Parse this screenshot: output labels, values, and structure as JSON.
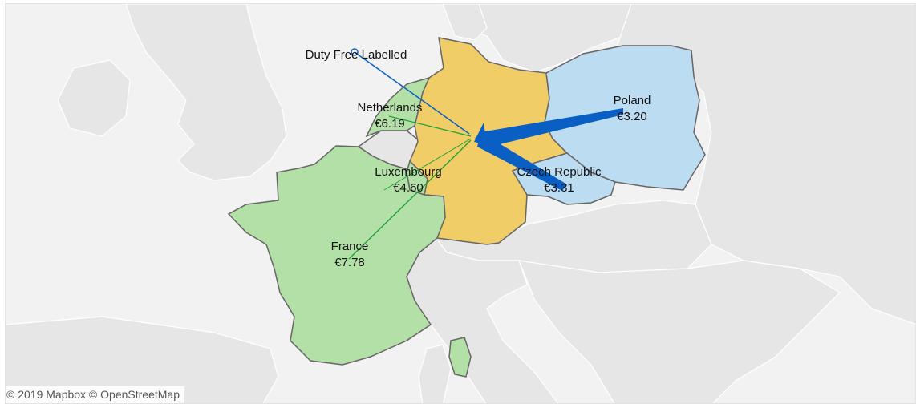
{
  "map": {
    "colors": {
      "ocean": "#f2f2f2",
      "land": "#e6e6e6",
      "border": "#666666",
      "germany": "#f0cd66",
      "green": "#b3e0a6",
      "blue": "#bcdcf2",
      "flow_blue": "#0a5fc4",
      "flow_green": "#21a038"
    },
    "origin_label": "Duty Free Labelled",
    "countries": [
      {
        "id": "netherlands",
        "name": "Netherlands",
        "value": "€6.19"
      },
      {
        "id": "luxembourg",
        "name": "Luxembourg",
        "value": "€4.60"
      },
      {
        "id": "france",
        "name": "France",
        "value": "€7.78"
      },
      {
        "id": "poland",
        "name": "Poland",
        "value": "€3.20"
      },
      {
        "id": "czech",
        "name": "Czech Republic",
        "value": "€3.31"
      }
    ],
    "attribution": "© 2019 Mapbox © OpenStreetMap"
  }
}
